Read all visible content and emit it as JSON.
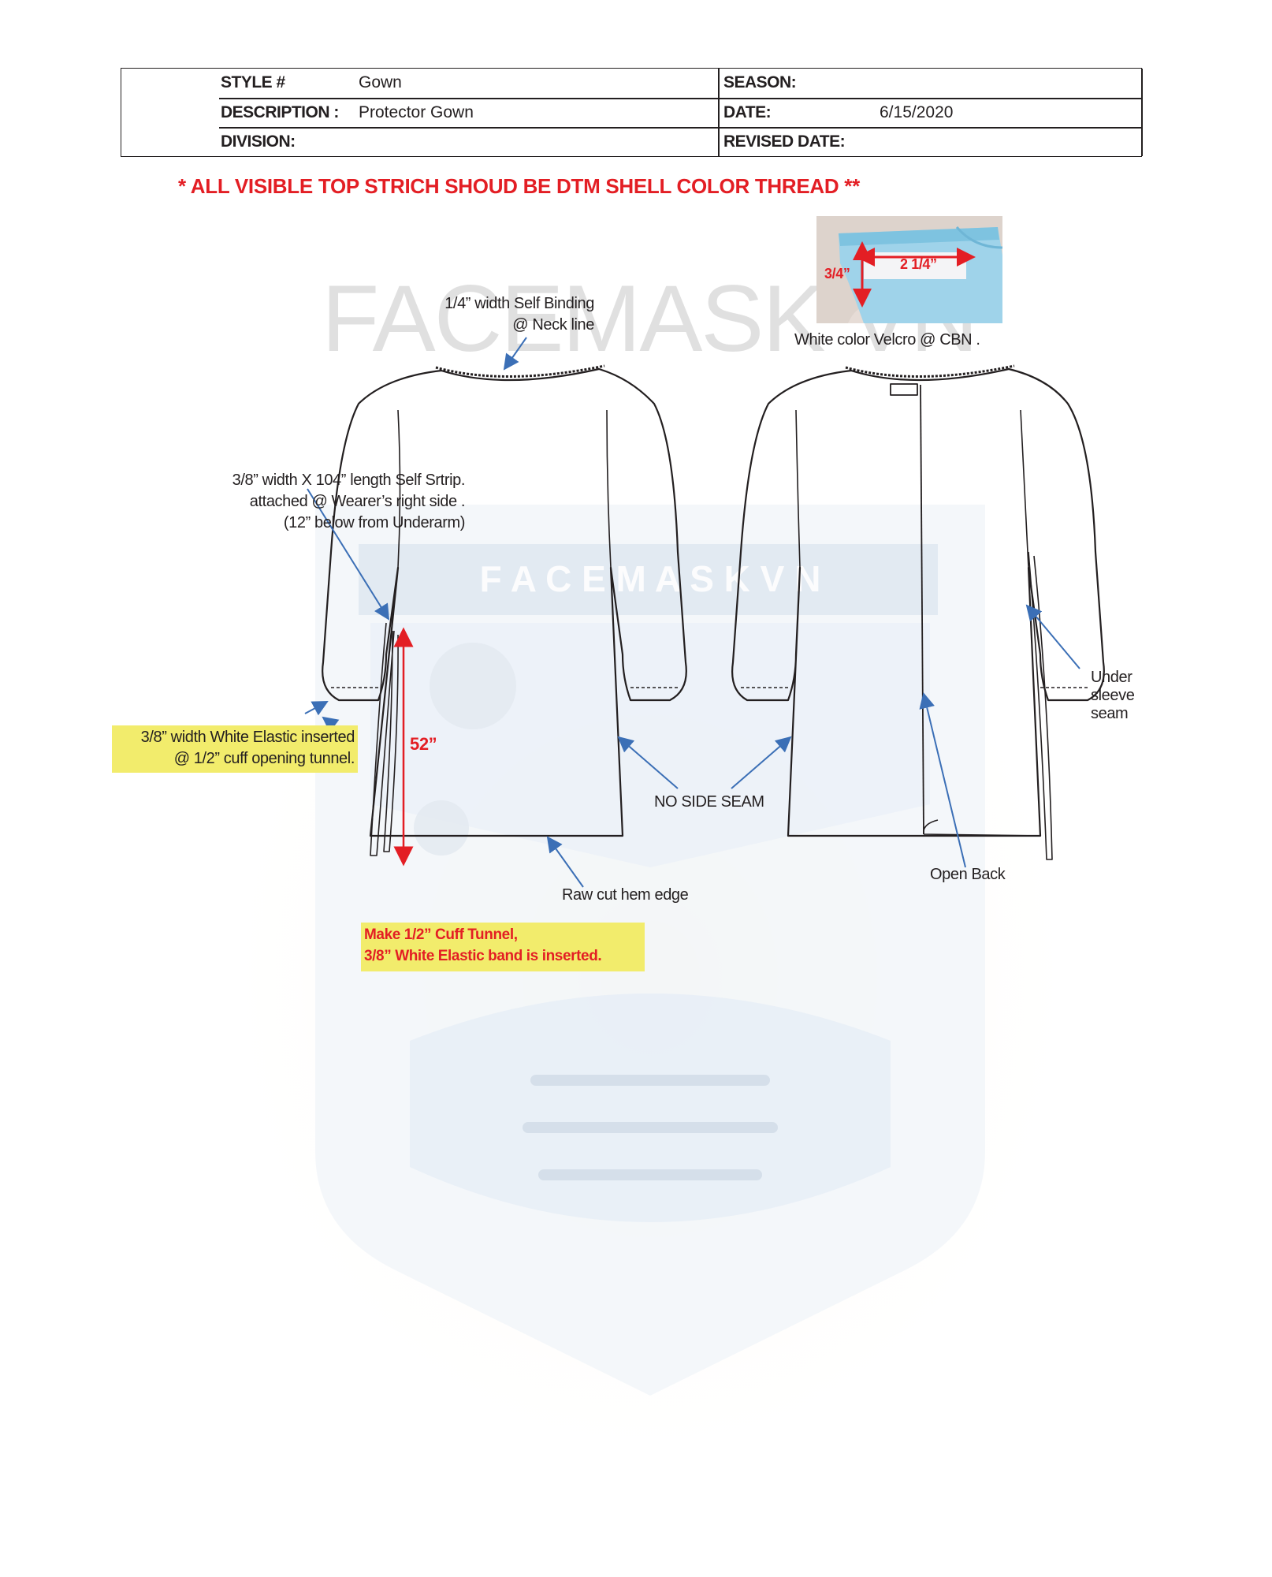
{
  "header": {
    "style_label": "STYLE #",
    "style_value": "Gown",
    "description_label": "DESCRIPTION :",
    "description_value": "Protector Gown",
    "division_label": "DIVISION:",
    "division_value": "",
    "season_label": "SEASON:",
    "season_value": "",
    "date_label": "DATE:",
    "date_value": "6/15/2020",
    "revised_label": "REVISED DATE:",
    "revised_value": ""
  },
  "warning": "* ALL VISIBLE TOP STRICH SHOUD BE DTM SHELL COLOR THREAD **",
  "watermark": {
    "top_text": "FACEMASK VN",
    "logo_text": "F A C E   M A S K   V N"
  },
  "annotations": {
    "neck_binding": [
      "1/4” width Self Binding",
      "@ Neck line"
    ],
    "strip": [
      "3/8” width X 104” length Self Srtrip.",
      "attached @ Wearer’s right side .",
      "(12” below from Underarm)"
    ],
    "elastic": [
      "3/8” width White Elastic inserted",
      "@ 1/2” cuff opening tunnel."
    ],
    "length": "52”",
    "no_side_seam": "NO SIDE SEAM",
    "raw_hem": "Raw cut hem edge",
    "cuff_tunnel": [
      "Make 1/2” Cuff Tunnel,",
      "3/8” White Elastic band is inserted."
    ],
    "velcro": "White color Velcro @ CBN .",
    "velcro_height": "3/4”",
    "velcro_width": "2 1/4”",
    "under_sleeve": [
      "Under",
      "sleeve",
      "seam"
    ],
    "open_back": "Open Back"
  },
  "colors": {
    "red": "#e31e24",
    "arrow_blue": "#3b6fb6",
    "highlight": "#f2ec6c",
    "swatch_blue": "#9fd3ea"
  }
}
